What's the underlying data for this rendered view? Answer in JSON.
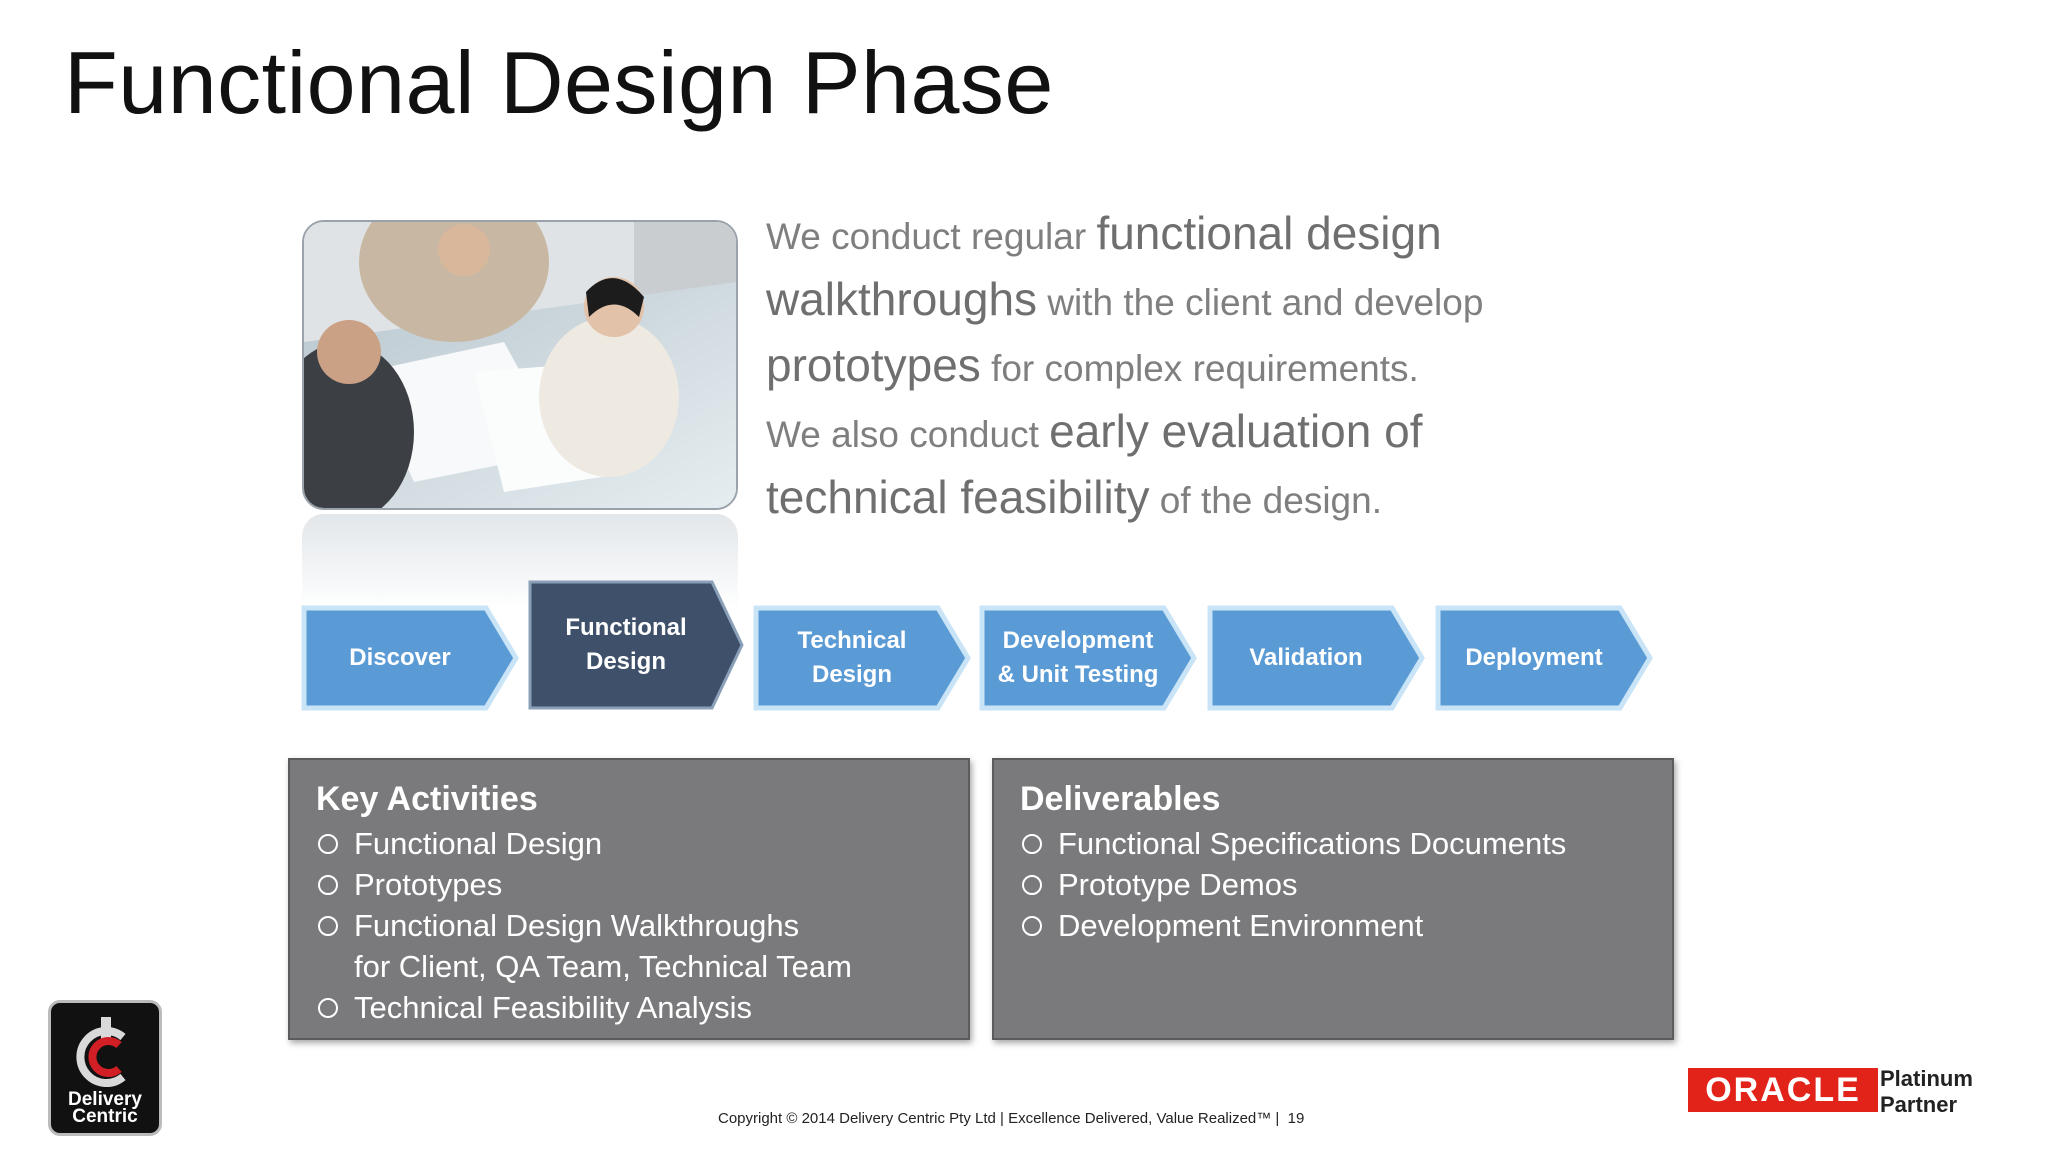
{
  "title": "Functional Design Phase",
  "intro": {
    "p1_a": "We conduct regular ",
    "p1_b": "functional design walkthroughs",
    "p1_c": " with the client and develop ",
    "p1_d": "prototypes",
    "p1_e": " for complex requirements.",
    "p2_a": "We also conduct ",
    "p2_b": "early evaluation of technical feasibility",
    "p2_c": " of the design."
  },
  "steps": [
    {
      "label_1": "Discover",
      "label_2": ""
    },
    {
      "label_1": "Functional",
      "label_2": "Design"
    },
    {
      "label_1": "Technical",
      "label_2": "Design"
    },
    {
      "label_1": "Development",
      "label_2": "& Unit Testing"
    },
    {
      "label_1": "Validation",
      "label_2": ""
    },
    {
      "label_1": "Deployment",
      "label_2": ""
    }
  ],
  "colors": {
    "step_fill": "#5b9bd5",
    "step_active": "#3e506a",
    "panel": "#7a7a7c",
    "oracle_red": "#e2231a"
  },
  "key_activities": {
    "heading": "Key Activities",
    "items": [
      "Functional Design",
      "Prototypes",
      "Functional Design Walkthroughs",
      "for Client, QA Team, Technical Team",
      "Technical Feasibility Analysis"
    ]
  },
  "deliverables": {
    "heading": "Deliverables",
    "items": [
      "Functional Specifications Documents",
      "Prototype Demos",
      "Development Environment"
    ]
  },
  "logo": {
    "line1": "Delivery",
    "line2": "Centric"
  },
  "footer": {
    "copyright": "Copyright © 2014 Delivery Centric Pty Ltd | Excellence Delivered, Value Realized™ |",
    "page": "19"
  },
  "oracle": {
    "brand": "ORACLE",
    "line1": "Platinum",
    "line2": "Partner"
  }
}
